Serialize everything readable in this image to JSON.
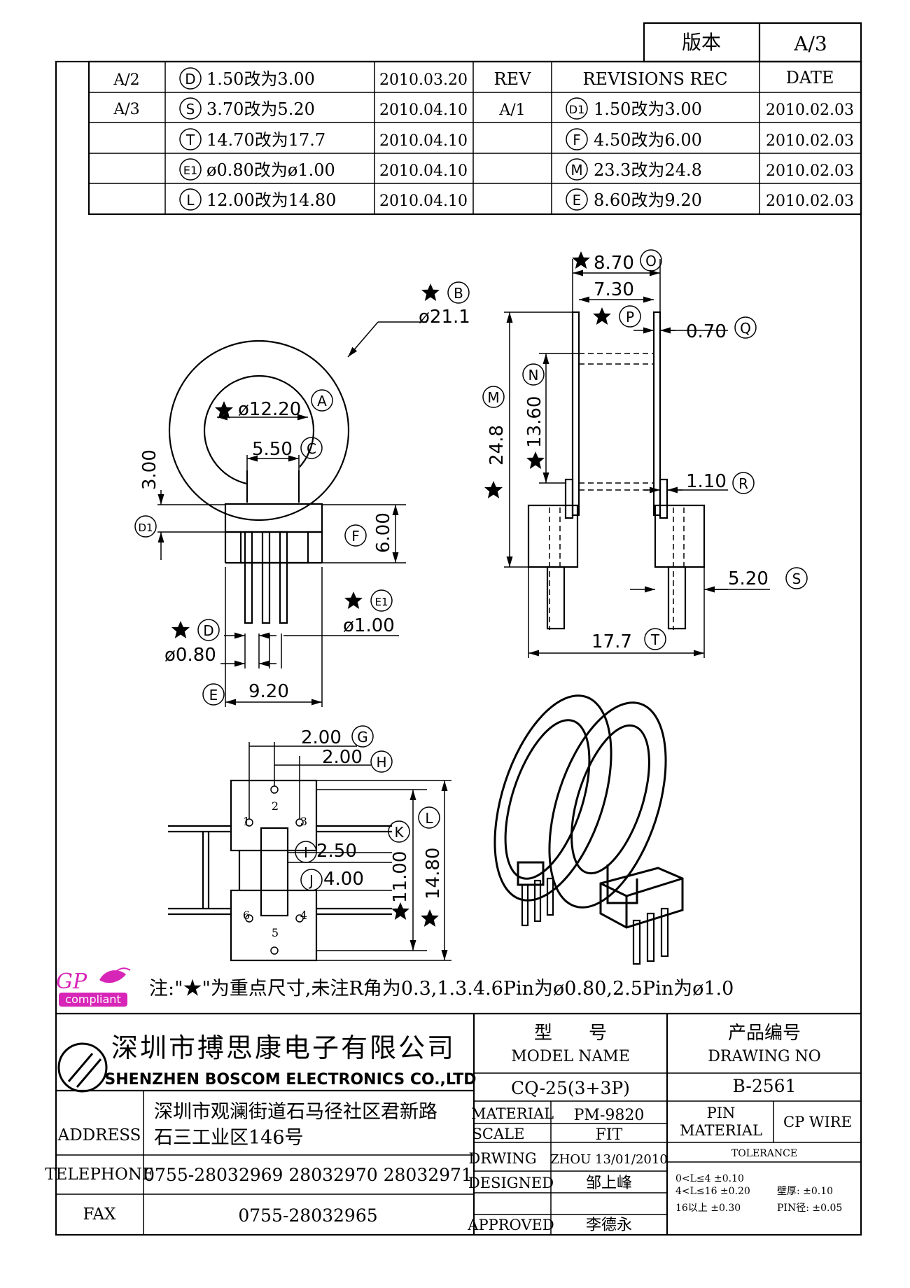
{
  "version_box": {
    "label": "版本",
    "value": "A/3"
  },
  "revisions_header": {
    "rev": "REV",
    "rec": "REVISIONS REC",
    "date": "DATE"
  },
  "revisions_left": [
    {
      "rev": "A/2",
      "mark": "D",
      "text": "1.50改为3.00",
      "date": "2010.03.20"
    },
    {
      "rev": "A/3",
      "mark": "S",
      "text": "3.70改为5.20",
      "date": "2010.04.10"
    },
    {
      "rev": "",
      "mark": "T",
      "text": "14.70改为17.7",
      "date": "2010.04.10"
    },
    {
      "rev": "",
      "mark": "E1",
      "text": "ø0.80改为ø1.00",
      "date": "2010.04.10"
    },
    {
      "rev": "",
      "mark": "L",
      "text": "12.00改为14.80",
      "date": "2010.04.10"
    }
  ],
  "revisions_right": [
    {
      "rev": "A/1",
      "mark": "D1",
      "text": "1.50改为3.00",
      "date": "2010.02.03"
    },
    {
      "rev": "",
      "mark": "F",
      "text": "4.50改为6.00",
      "date": "2010.02.03"
    },
    {
      "rev": "",
      "mark": "M",
      "text": "23.3改为24.8",
      "date": "2010.02.03"
    },
    {
      "rev": "",
      "mark": "E",
      "text": "8.60改为9.20",
      "date": "2010.02.03"
    }
  ],
  "dims_front": {
    "B": "ø21.1",
    "A": "ø12.20",
    "C": "5.50",
    "D1": "3.00",
    "F": "6.00",
    "E1": "ø1.00",
    "D": "ø0.80",
    "E": "9.20"
  },
  "dims_side": {
    "O": "8.70",
    "w": "7.30",
    "P": "",
    "Q": "0.70",
    "M": "24.8",
    "N": "13.60",
    "R": "1.10",
    "S": "5.20",
    "T": "17.7"
  },
  "dims_bottom": {
    "G": "2.00",
    "H": "2.00",
    "I": "2.50",
    "J": "4.00",
    "K": "11.00",
    "L": "14.80",
    "pins": [
      "1",
      "2",
      "3",
      "4",
      "5",
      "6"
    ]
  },
  "logo": {
    "gp": "GP",
    "compliant": "compliant"
  },
  "note": "注:\"★\"为重点尺寸,未注R角为0.3,1.3.4.6Pin为ø0.80,2.5Pin为ø1.0",
  "company": {
    "name_cn": "深圳市搏思康电子有限公司",
    "name_en": "SHENZHEN BOSCOM ELECTRONICS CO.,LTD",
    "address_label": "ADDRESS",
    "address_line1": "深圳市观澜街道石马径社区君新路",
    "address_line2": "石三工业区146号",
    "telephone_label": "TELEPHONE",
    "telephone": "0755-28032969 28032970 28032971",
    "fax_label": "FAX",
    "fax": "0755-28032965"
  },
  "title_block": {
    "model_cn": "型　　号",
    "model_en": "MODEL NAME",
    "model_value": "CQ-25(3+3P)",
    "drawing_cn": "产品编号",
    "drawing_en": "DRAWING NO",
    "drawing_value": "B-2561",
    "material_label": "MATERIAL",
    "material_value": "PM-9820",
    "scale_label": "SCALE",
    "scale_value": "FIT",
    "drwing_label": "DRWING",
    "drwing_value": "ZHOU 13/01/2010",
    "designed_label": "DESIGNED",
    "designed_value": "邹上峰",
    "approved_label": "APPROVED",
    "approved_value": "李德永",
    "pin_label": "PIN",
    "pin_material_label": "MATERIAL",
    "pin_value": "CP WIRE",
    "tolerance_label": "TOLERANCE",
    "tol_1": "0<L≤4 ±0.10",
    "tol_2": "4<L≤16 ±0.20",
    "tol_3": "16以上 ±0.30",
    "wall": "壁厚: ±0.10",
    "pin_dia": "PIN径: ±0.05"
  }
}
